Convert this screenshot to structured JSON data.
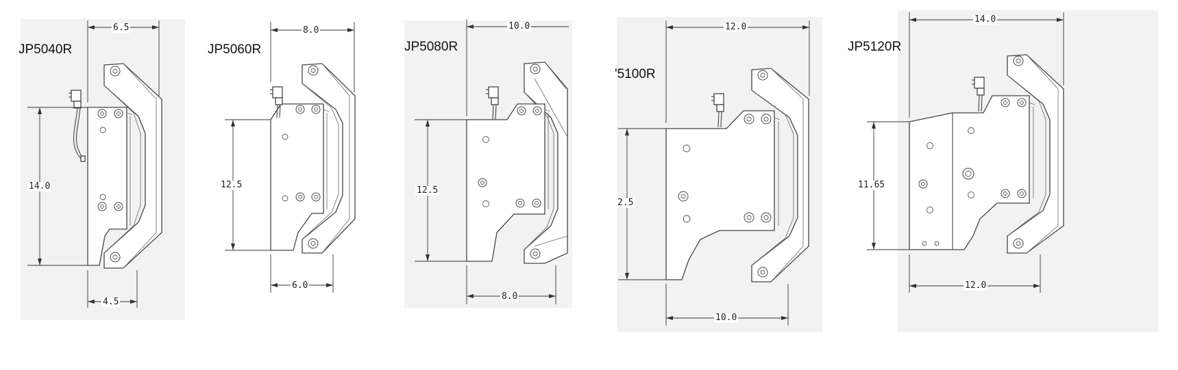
{
  "panels": [
    {
      "title": "JP5040R",
      "width": "6.5",
      "height": "14.0",
      "depth": "4.5"
    },
    {
      "title": "JP5060R",
      "width": "8.0",
      "height": "12.5",
      "depth": "6.0"
    },
    {
      "title": "JP5080R",
      "width": "10.0",
      "height": "12.5",
      "depth": "8.0"
    },
    {
      "title": "'5100R",
      "width": "12.0",
      "height": "2.5",
      "depth": "10.0"
    },
    {
      "title": "JP5120R",
      "width": "14.0",
      "height": "11.65",
      "depth": "12.0"
    }
  ],
  "colors": {
    "line": "#444444",
    "text": "#111111",
    "background": "#ffffff"
  }
}
